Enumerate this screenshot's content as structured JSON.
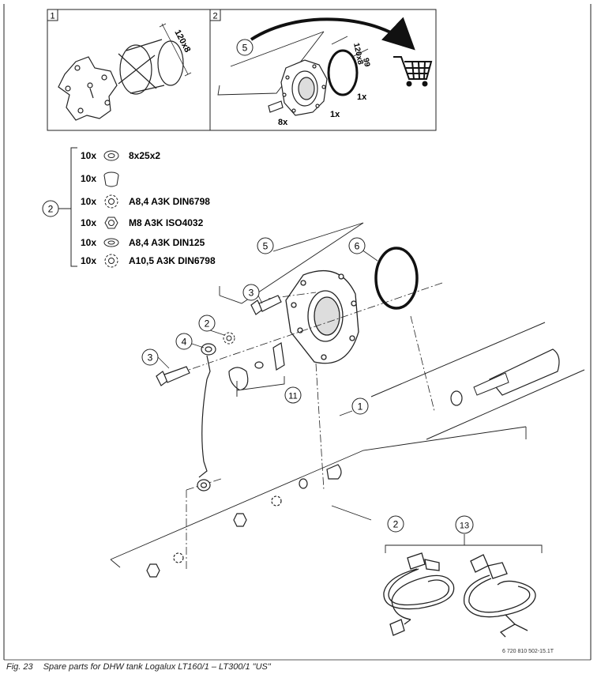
{
  "panels": {
    "panel1_tag": "1",
    "panel2_tag": "2",
    "panel1_dim": "120x8",
    "panel2_dim_line1": "120x8",
    "panel2_dim_line2": "99",
    "qty_gasket": "1x",
    "qty_flange": "1x",
    "qty_bolts": "8x"
  },
  "parts_list": [
    {
      "qty": "10x",
      "spec": "8x25x2",
      "icon": "washer-icon"
    },
    {
      "qty": "10x",
      "spec": "",
      "icon": "sleeve-icon"
    },
    {
      "qty": "10x",
      "spec": "A8,4 A3K DIN6798",
      "icon": "lock-washer-icon"
    },
    {
      "qty": "10x",
      "spec": "M8 A3K ISO4032",
      "icon": "hex-nut-icon"
    },
    {
      "qty": "10x",
      "spec": "A8,4 A3K DIN125",
      "icon": "flat-washer-icon"
    },
    {
      "qty": "10x",
      "spec": "A10,5 A3K DIN6798",
      "icon": "lock-washer-icon"
    }
  ],
  "callouts": {
    "c1": "1",
    "c2_list": "2",
    "c2_small": "2",
    "c2_bottom": "2",
    "c3_upper": "3",
    "c3_lower": "3",
    "c4": "4",
    "c5_top": "5",
    "c5_mid": "5",
    "c6": "6",
    "c11": "11",
    "c13": "13"
  },
  "doc_number": "6 720 810 502-15.1T",
  "caption": {
    "figure": "Fig. 23",
    "text": "Spare parts for DHW tank Logalux LT160/1 – LT300/1 \"US\""
  }
}
